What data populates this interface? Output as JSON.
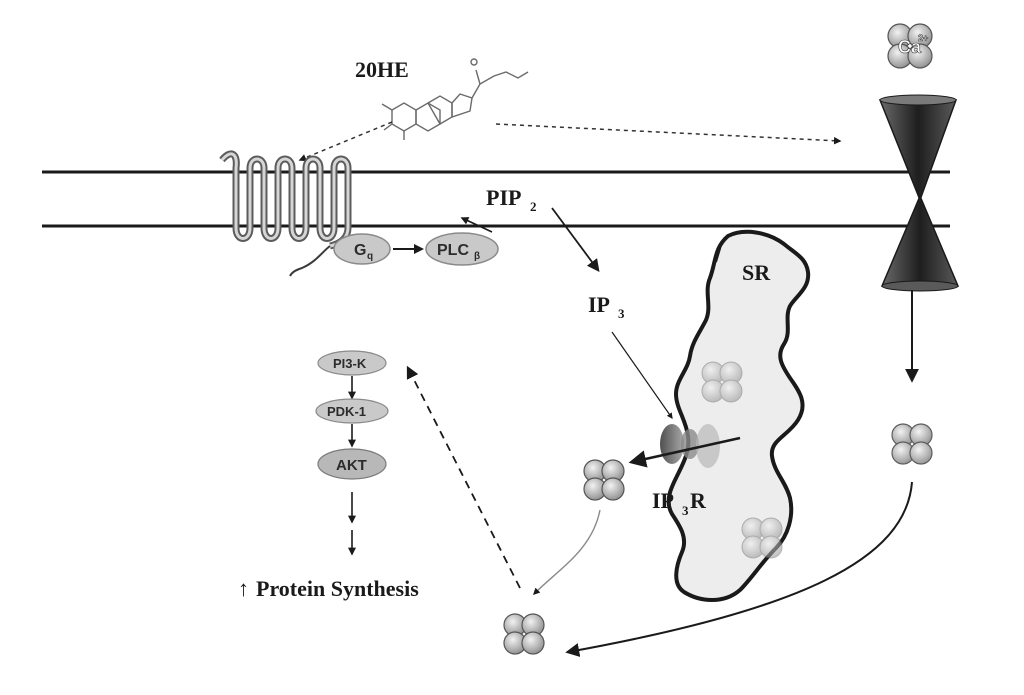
{
  "labels": {
    "hormone": "20HE",
    "pip2": "PIP",
    "pip2_sub": "2",
    "ip3": "IP",
    "ip3_sub": "3",
    "ip3r": "IP",
    "ip3r_sub": "3",
    "ip3r_tail": "R",
    "sr": "SR",
    "gq": "G",
    "gq_sub": "q",
    "plc": "PLC",
    "plc_sub": "β",
    "pi3k": "PI3-K",
    "pdk1": "PDK-1",
    "akt": "AKT",
    "protein_arrow": "↑",
    "protein_synthesis": "Protein Synthesis",
    "calcium": "Ca",
    "calcium_charge": "2+"
  },
  "colors": {
    "membrane": "#1a1a1a",
    "pill_fill": "#c9c9c9",
    "sr_fill": "#ededed",
    "channel_fill": "#3a3a3a",
    "ion_fill": "#c8c8c8"
  }
}
